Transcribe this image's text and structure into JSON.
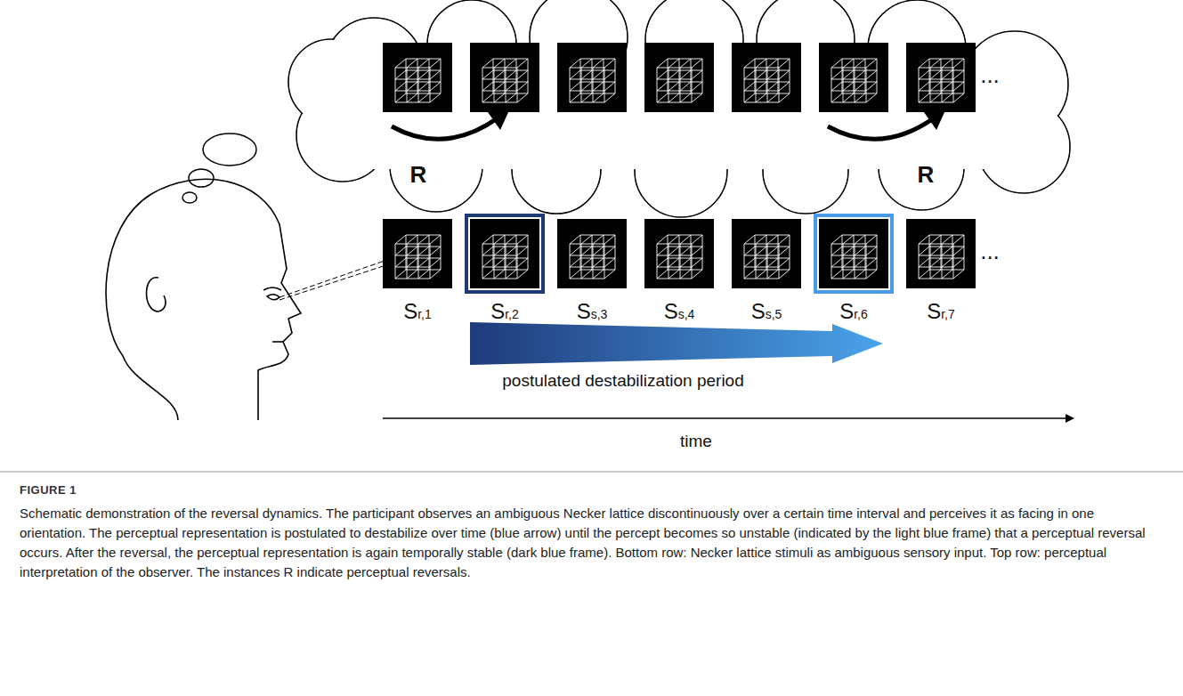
{
  "diagram": {
    "title": "FIGURE 1",
    "caption": "Schematic demonstration of the reversal dynamics. The participant observes an ambiguous Necker lattice discontinuously over a certain time interval and perceives it as facing in one orientation. The perceptual representation is postulated to destabilize over time (blue arrow) until the percept becomes so unstable (indicated by the light blue frame) that a perceptual reversal occurs. After the reversal, the perceptual representation is again temporally stable (dark blue frame). Bottom row: Necker lattice stimuli as ambiguous sensory input. Top row: perceptual interpretation of the observer. The instances R indicate perceptual reversals.",
    "labels": [
      "...",
      "R",
      "R",
      "...",
      "Sr,1",
      "Sr,2",
      "Ss,3",
      "Ss,4",
      "Ss,5",
      "Sr,6",
      "Sr,7",
      "postulated destabilization period",
      "time"
    ]
  }
}
